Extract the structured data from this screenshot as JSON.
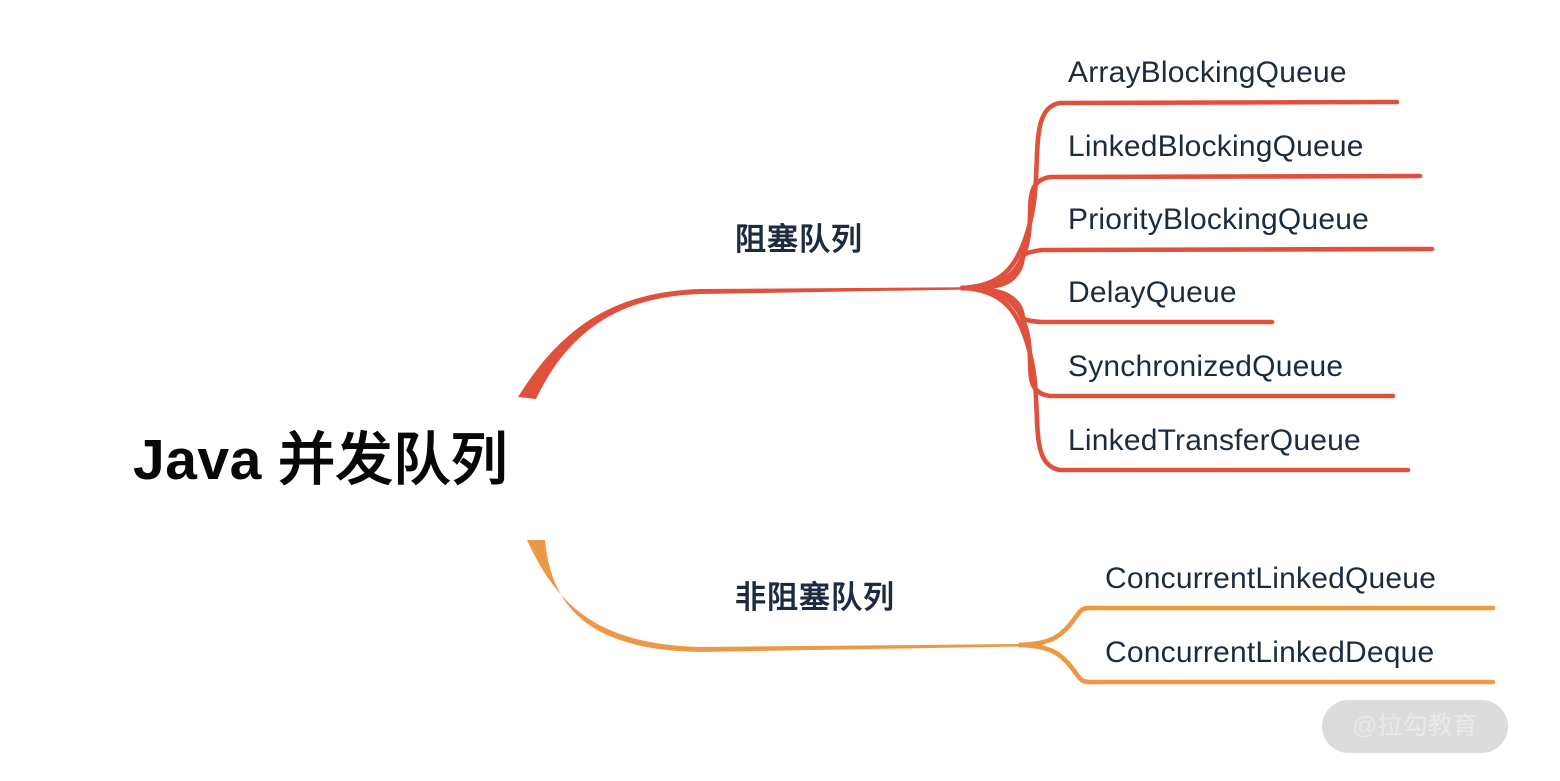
{
  "diagram": {
    "type": "mindmap",
    "title": "Java 并发队列",
    "colors": {
      "blocking_branch": "#E0503C",
      "nonblocking_branch": "#EC9844",
      "label_text": "#1C2B40",
      "root_text": "#070707",
      "background": "#FFFFFF"
    },
    "root": {
      "label": "Java 并发队列"
    },
    "branches": [
      {
        "id": "blocking",
        "label": "阻塞队列",
        "color": "#E0503C",
        "children": [
          {
            "label": "ArrayBlockingQueue"
          },
          {
            "label": "LinkedBlockingQueue"
          },
          {
            "label": "PriorityBlockingQueue"
          },
          {
            "label": "DelayQueue"
          },
          {
            "label": "SynchronizedQueue"
          },
          {
            "label": "LinkedTransferQueue"
          }
        ]
      },
      {
        "id": "nonblocking",
        "label": "非阻塞队列",
        "color": "#EC9844",
        "children": [
          {
            "label": "ConcurrentLinkedQueue"
          },
          {
            "label": "ConcurrentLinkedDeque"
          }
        ]
      }
    ]
  },
  "watermark": {
    "text": "@拉勾教育"
  }
}
